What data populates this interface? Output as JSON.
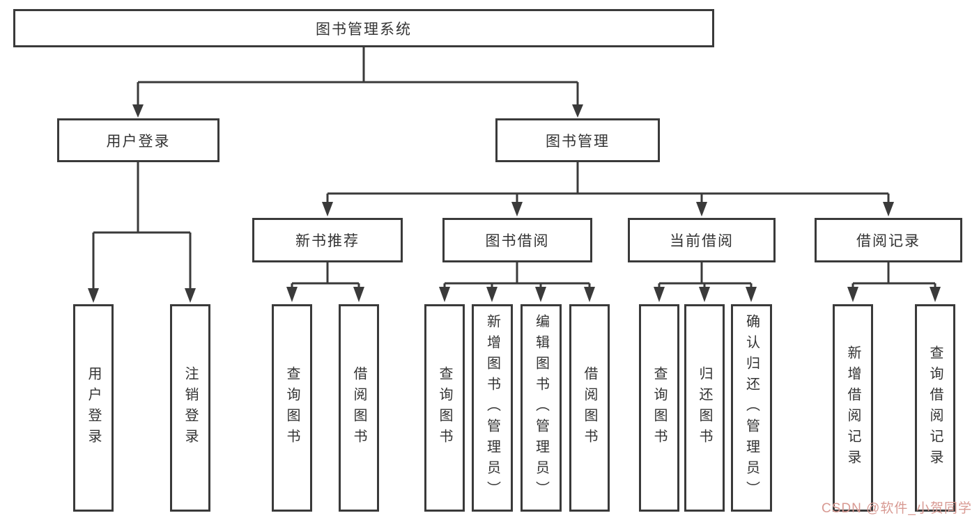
{
  "diagram": {
    "title": "图书管理系统",
    "tree": {
      "root": {
        "label": "图书管理系统"
      },
      "children": [
        {
          "label": "用户登录",
          "children": [
            {
              "label": "用户登录"
            },
            {
              "label": "注销登录"
            }
          ]
        },
        {
          "label": "图书管理",
          "children": [
            {
              "label": "新书推荐",
              "children": [
                {
                  "label": "查询图书"
                },
                {
                  "label": "借阅图书"
                }
              ]
            },
            {
              "label": "图书借阅",
              "children": [
                {
                  "label": "查询图书"
                },
                {
                  "label": "新增图书（管理员）"
                },
                {
                  "label": "编辑图书（管理员）"
                },
                {
                  "label": "借阅图书"
                }
              ]
            },
            {
              "label": "当前借阅",
              "children": [
                {
                  "label": "查询图书"
                },
                {
                  "label": "归还图书"
                },
                {
                  "label": "确认归还（管理员）"
                }
              ]
            },
            {
              "label": "借阅记录",
              "children": [
                {
                  "label": "新增借阅记录"
                },
                {
                  "label": "查询借阅记录"
                }
              ]
            }
          ]
        }
      ]
    }
  },
  "watermark": {
    "text": "CSDN @软件_小贺同学",
    "color": "#d89a93"
  },
  "colors": {
    "line": "#3a3a3a",
    "text": "#333333",
    "background": "#ffffff"
  }
}
